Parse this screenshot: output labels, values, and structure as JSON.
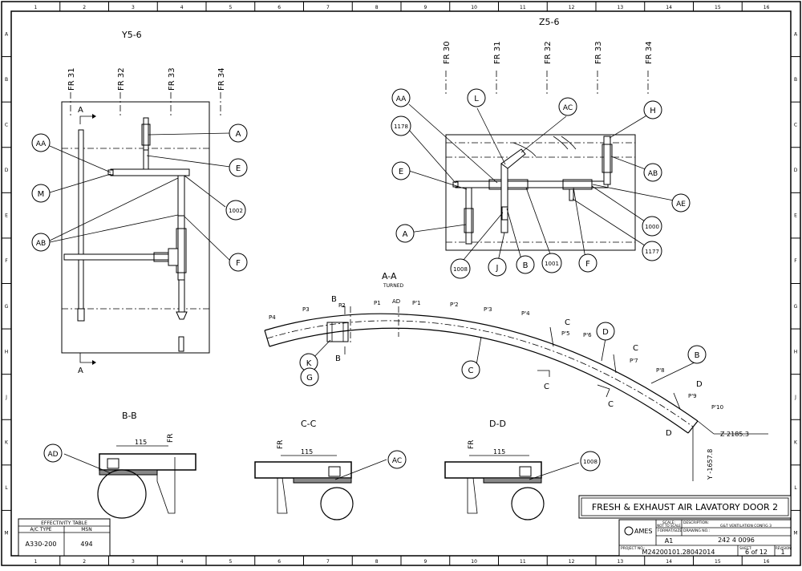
{
  "title_block": {
    "title": "FRESH & EXHAUST AIR LAVATORY DOOR 2",
    "scale_label": "SCALE:",
    "scale_value": "NOT TO SCALE",
    "description_label": "DESCRIPTION:",
    "description_value": "G&T VENTILATION CONFIG 3",
    "format_label": "FORMAT/SIZE",
    "format_value": "A1",
    "drawing_no_label": "DRAWING NO.:",
    "drawing_no_value": "242 4 0096",
    "project_label": "PROJECT NO.:",
    "project_value": "M24200101.28042014",
    "sheet_label": "SHEET:",
    "sheet_value": "6 of 12",
    "revision_label": "REVISION:",
    "revision_value": "1",
    "logo": "AMES"
  },
  "effectivity": {
    "title": "EFFECTIVITY TABLE",
    "headers": [
      "A/C TYPE",
      "MSN"
    ],
    "rows": [
      [
        "A330-200",
        "494"
      ]
    ]
  },
  "border": {
    "cols": [
      "1",
      "2",
      "3",
      "4",
      "5",
      "6",
      "7",
      "8",
      "9",
      "10",
      "11",
      "12",
      "13",
      "14",
      "15",
      "16"
    ],
    "rows": [
      "A",
      "B",
      "C",
      "D",
      "E",
      "F",
      "G",
      "H",
      "J",
      "K",
      "L",
      "M"
    ]
  },
  "views": {
    "y56": "Y5-6",
    "z56": "Z5-6",
    "aa": "A-A",
    "aa_sub": "TURNED",
    "bb": "B-B",
    "cc": "C-C",
    "dd": "D-D"
  },
  "frames": {
    "y": [
      "FR 31",
      "FR 32",
      "FR 33",
      "FR 34"
    ],
    "z": [
      "FR 30",
      "FR 31",
      "FR 32",
      "FR 33",
      "FR 34"
    ]
  },
  "labels": {
    "A": "A",
    "AA": "AA",
    "M": "M",
    "AB": "AB",
    "E": "E",
    "F": "F",
    "n1002": "1002",
    "L": "L",
    "AC": "AC",
    "H": "H",
    "n1178": "1178",
    "AE": "AE",
    "n1000": "1000",
    "n1177": "1177",
    "n1008": "1008",
    "J": "J",
    "B": "B",
    "n1001": "1001",
    "K": "K",
    "G": "G",
    "C": "C",
    "D": "D",
    "AD": "AD"
  },
  "stations": {
    "P4": "P4",
    "P3": "P3",
    "P2": "P2",
    "P1": "P1",
    "AD": "AD",
    "Pp1": "P'1",
    "Pp2": "P'2",
    "Pp3": "P'3",
    "Pp4": "P'4",
    "Pp5": "P'5",
    "Pp6": "P'6",
    "Pp7": "P'7",
    "Pp8": "P'8",
    "Pp9": "P'9",
    "Pp10": "P'10"
  },
  "coords": {
    "z": "Z 2185.3",
    "y": "Y -1657.8"
  },
  "dims": {
    "bb": "115",
    "cc": "115",
    "dd": "115",
    "fr": "FR"
  }
}
